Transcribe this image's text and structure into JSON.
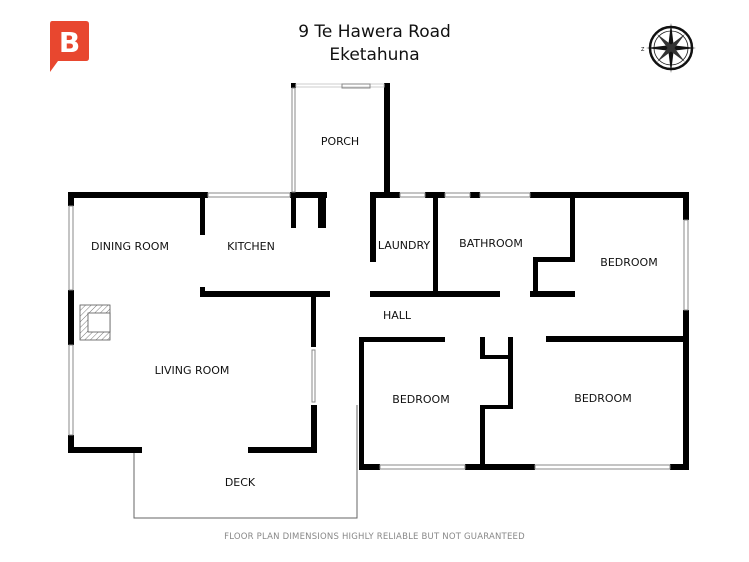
{
  "header": {
    "address_line1": "9 Te Hawera Road",
    "address_line2": "Eketahuna",
    "logo_letter": "B",
    "brand_color": "#e8472f",
    "compass_icon": "compass-rose"
  },
  "rooms": {
    "porch": "PORCH",
    "dining": "DINING ROOM",
    "kitchen": "KITCHEN",
    "laundry": "LAUNDRY",
    "bathroom": "BATHROOM",
    "bedroom_ne": "BEDROOM",
    "hall": "HALL",
    "living": "LIVING ROOM",
    "bedroom_s1": "BEDROOM",
    "bedroom_s2": "BEDROOM",
    "deck": "DECK"
  },
  "footer": {
    "disclaimer": "FLOOR PLAN DIMENSIONS HIGHLY RELIABLE BUT NOT GUARANTEED"
  }
}
